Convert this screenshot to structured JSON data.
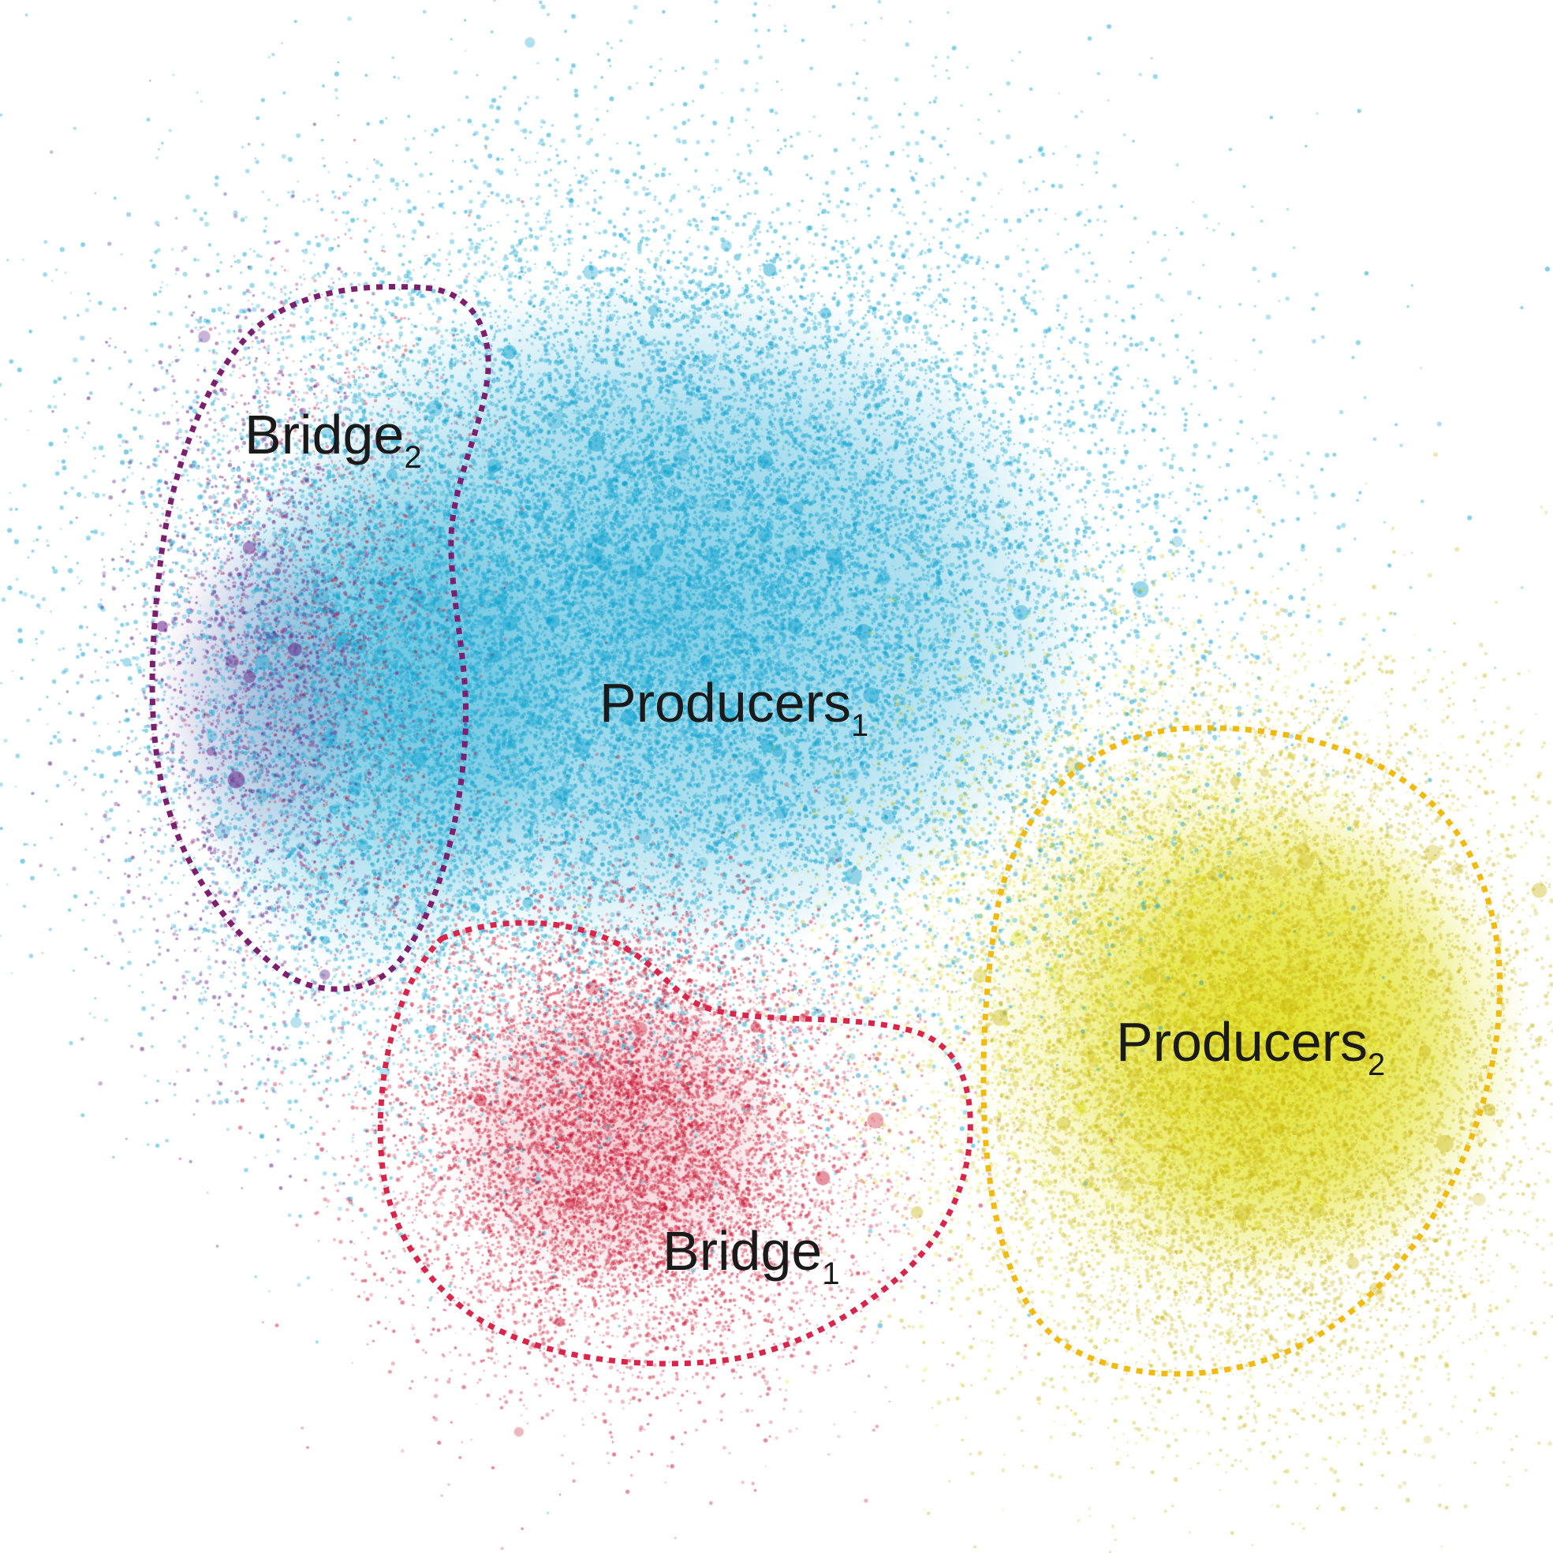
{
  "clusters": [
    {
      "id": "producers1",
      "label_main": "Producers",
      "label_sub": "1",
      "color": "#12a3cf"
    },
    {
      "id": "producers2",
      "label_main": "Producers",
      "label_sub": "2",
      "color": "#dede10",
      "outline_color": "#f2b90f"
    },
    {
      "id": "bridge1",
      "label_main": "Bridge",
      "label_sub": "1",
      "color": "#c8102e",
      "outline_color": "#d9254a"
    },
    {
      "id": "bridge2",
      "label_main": "Bridge",
      "label_sub": "2",
      "color": "#6b2d8f",
      "outline_color": "#7d1f6e"
    }
  ]
}
